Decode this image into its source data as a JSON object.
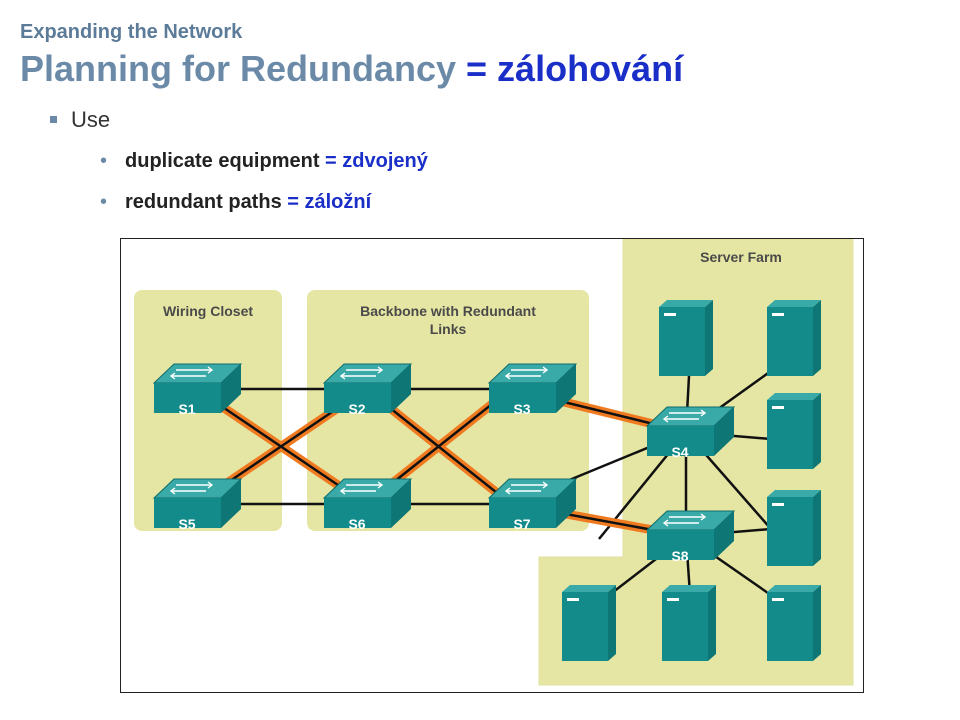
{
  "header": {
    "subtitle": "Expanding the Network",
    "title": "Planning for Redundancy",
    "title_translation": " = zálohování"
  },
  "bullets": {
    "level1": "Use",
    "items": [
      {
        "text": "duplicate equipment",
        "translation": " = zdvojený"
      },
      {
        "text": "redundant paths",
        "translation": " = záložní"
      }
    ]
  },
  "diagram": {
    "zones": {
      "wiring_closet": "Wiring Closet",
      "backbone_line1": "Backbone with Redundant",
      "backbone_line2": "Links",
      "server_farm": "Server Farm"
    },
    "switches": [
      "S1",
      "S2",
      "S3",
      "S4",
      "S5",
      "S6",
      "S7",
      "S8"
    ],
    "colors": {
      "zone_fill": "#e6e6a4",
      "switch_teal": "#138b8a",
      "switch_top": "#3aaaa8",
      "redundant_link": "#f07a20",
      "title_blue": "#1a2ec8",
      "title_gray": "#6a8aa8"
    },
    "icons": [
      "switch-icon",
      "server-icon"
    ]
  }
}
